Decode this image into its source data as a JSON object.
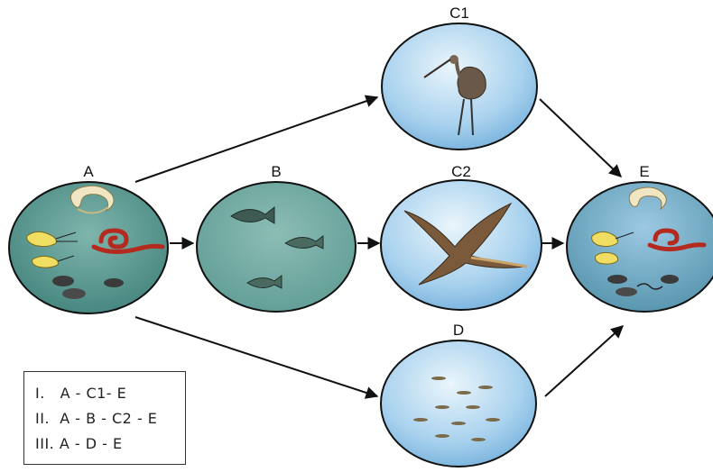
{
  "nodes": {
    "A": {
      "label": "A",
      "contents": [
        "shrimp-icon",
        "insect-larva-icon",
        "worm-icon",
        "snail-icon"
      ]
    },
    "B": {
      "label": "B",
      "contents": [
        "fish-icon"
      ]
    },
    "C1": {
      "label": "C1",
      "contents": [
        "wading-bird-icon"
      ]
    },
    "C2": {
      "label": "C2",
      "contents": [
        "pelican-icon"
      ]
    },
    "D": {
      "label": "D",
      "contents": [
        "mosquito-icon"
      ]
    },
    "E": {
      "label": "E",
      "contents": [
        "shrimp-icon",
        "insect-larva-icon",
        "worm-icon",
        "snail-icon"
      ]
    }
  },
  "legend": {
    "chain_1": "I.   A - C1- E",
    "chain_2": "II.  A - B - C2 - E",
    "chain_3": "III. A - D - E"
  },
  "colors": {
    "water": "#4f9088",
    "sky": "#8fc3e6",
    "ellipse_stroke": "#111111",
    "worm": "#b52a1e"
  }
}
